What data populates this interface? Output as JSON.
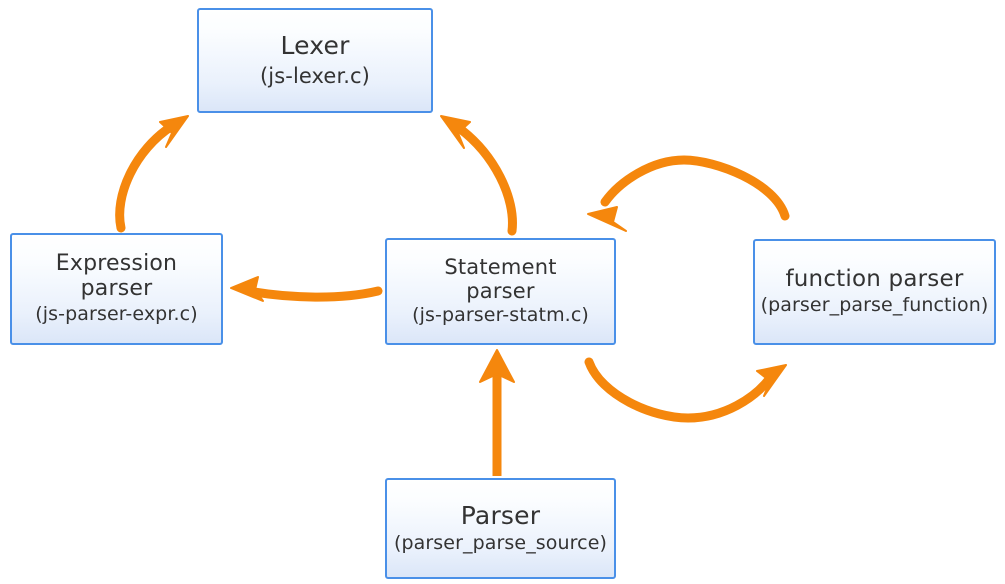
{
  "diagram": {
    "kind": "flow-diagram",
    "background_color": "#ffffff",
    "node_border_color": "#4a90e8",
    "node_fill_top_color": "#ffffff",
    "node_fill_bottom_color": "#dbe6f8",
    "arrow_color": "#f5870d",
    "text_color": "#333333",
    "nodes": [
      {
        "id": "lexer",
        "title": "Lexer",
        "subtitle": "(js-lexer.c)"
      },
      {
        "id": "expression-parser",
        "title": "Expression\nparser",
        "subtitle": "(js-parser-expr.c)"
      },
      {
        "id": "statement-parser",
        "title": "Statement\nparser",
        "subtitle": "(js-parser-statm.c)"
      },
      {
        "id": "function-parser",
        "title": "function parser",
        "subtitle": "(parser_parse_function)"
      },
      {
        "id": "parser",
        "title": "Parser",
        "subtitle": "(parser_parse_source)"
      }
    ],
    "edges": [
      {
        "id": "expression-to-lexer",
        "from": "expression-parser",
        "to": "lexer",
        "style": "curved"
      },
      {
        "id": "statement-to-lexer",
        "from": "statement-parser",
        "to": "lexer",
        "style": "curved"
      },
      {
        "id": "statement-to-function",
        "from": "statement-parser",
        "to": "function-parser",
        "style": "arc-over"
      },
      {
        "id": "function-to-statement",
        "from": "function-parser",
        "to": "statement-parser",
        "style": "arc-under"
      },
      {
        "id": "statement-to-expression",
        "from": "statement-parser",
        "to": "expression-parser",
        "style": "straight"
      },
      {
        "id": "parser-to-statement",
        "from": "parser",
        "to": "statement-parser",
        "style": "straight"
      }
    ]
  }
}
